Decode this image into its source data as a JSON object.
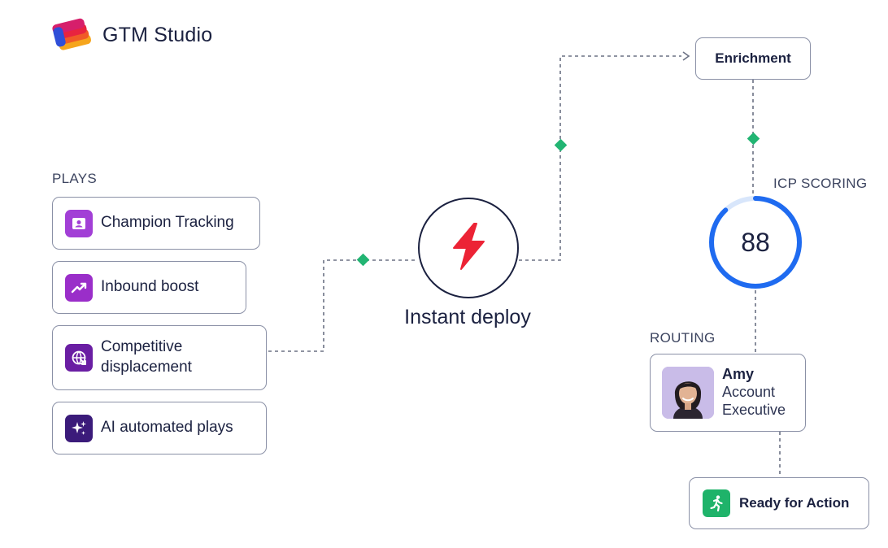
{
  "brand": {
    "name": "GTM Studio"
  },
  "plays": {
    "heading": "PLAYS",
    "items": [
      {
        "label": "Champion Tracking",
        "icon": "id-card-icon",
        "color": "#a23fd6"
      },
      {
        "label": "Inbound boost",
        "icon": "trend-up-icon",
        "color": "#9a2ec9"
      },
      {
        "label": "Competitive displacement",
        "icon": "globe-arrow-icon",
        "color": "#6a1ea3"
      },
      {
        "label": "AI automated plays",
        "icon": "sparkles-icon",
        "color": "#3b1b7a"
      }
    ]
  },
  "deploy": {
    "label": "Instant deploy",
    "icon": "lightning-bolt-icon",
    "icon_color": "#ec2335"
  },
  "enrichment": {
    "label": "Enrichment"
  },
  "scoring": {
    "heading": "ICP SCORING",
    "value": "88",
    "score_fraction": 0.88,
    "ring_color": "#1f6bf0",
    "track_color": "#d8e6fb"
  },
  "routing": {
    "heading": "ROUTING",
    "name": "Amy",
    "role_line1": "Account",
    "role_line2": "Executive"
  },
  "ready": {
    "label": "Ready for Action",
    "icon": "running-person-icon",
    "icon_color": "#1fb36a"
  },
  "connector": {
    "line_color": "#6b7184",
    "node_color": "#22b573"
  }
}
